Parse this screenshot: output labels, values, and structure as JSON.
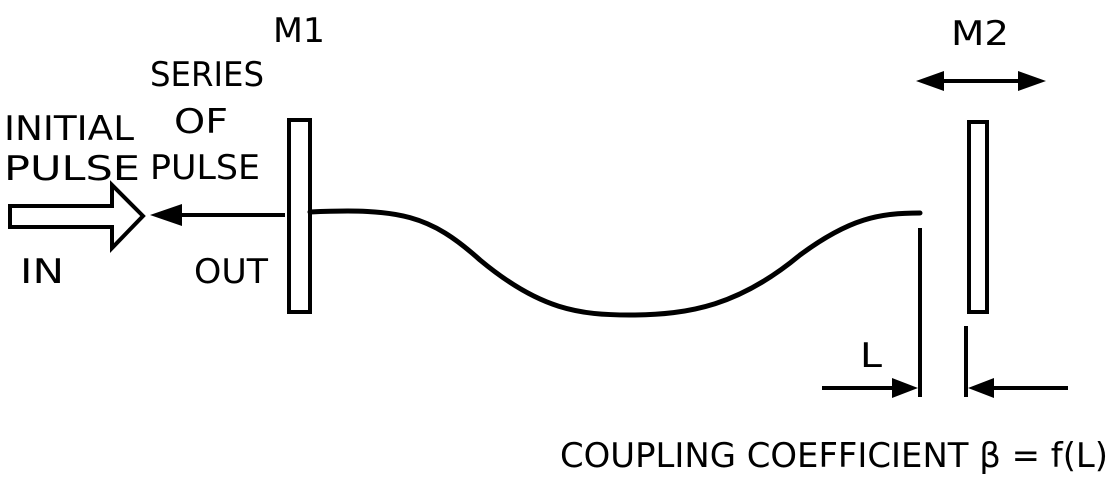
{
  "labels": {
    "m1": "M1",
    "m2": "M2",
    "series_line1": "SERIES",
    "series_line2": "OF",
    "series_line3": "PULSE",
    "initial_line1": "INITIAL",
    "initial_line2": "PULSE",
    "in": "IN",
    "out": "OUT",
    "length": "L",
    "coupling": "COUPLING COEFFICIENT β = f(L)"
  },
  "colors": {
    "ink": "#000000",
    "background": "#ffffff"
  }
}
